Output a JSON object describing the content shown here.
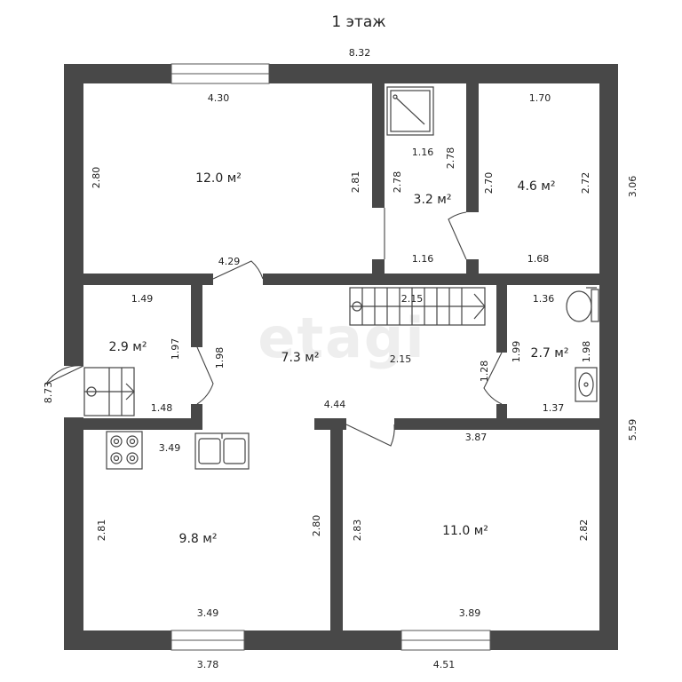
{
  "title": "1 этаж",
  "watermark": "etagi",
  "overall": {
    "top_width": "8.32",
    "left_height": "8.73",
    "right_top_height": "3.06",
    "right_bottom_height": "5.59",
    "bottom_left_width": "3.78",
    "bottom_right_width": "4.51"
  },
  "rooms": {
    "room_top_left": {
      "area": "12.0 м²",
      "width": "4.30",
      "height_left": "2.80",
      "height_right": "2.81",
      "door_width": "4.29"
    },
    "shower": {
      "area": "3.2 м²",
      "width_top": "1.16",
      "width_bottom": "1.16",
      "height_left": "2.78",
      "height_right": "2.78"
    },
    "room_top_right": {
      "area": "4.6 м²",
      "width_top": "1.70",
      "width_bottom": "1.68",
      "height_left": "2.70",
      "height_right": "2.72"
    },
    "vestibule": {
      "area": "2.9 м²",
      "width_top": "1.49",
      "width_bottom": "1.48",
      "height": "1.97"
    },
    "hall": {
      "area": "7.3 м²",
      "stair_width": "2.15",
      "width": "2.15",
      "height_left": "1.98",
      "height_right": "1.28",
      "width_bottom": "4.44"
    },
    "wc": {
      "area": "2.7 м²",
      "width_top": "1.36",
      "width_bottom": "1.37",
      "height_left": "1.99",
      "height_right": "1.98"
    },
    "kitchen": {
      "area": "9.8 м²",
      "width_top": "3.49",
      "width_bottom": "3.49",
      "height_left": "2.81",
      "height_right": "2.80"
    },
    "room_bottom_right": {
      "area": "11.0 м²",
      "width_top": "3.87",
      "width_bottom": "3.89",
      "height_left": "2.83",
      "height_right": "2.82"
    }
  }
}
